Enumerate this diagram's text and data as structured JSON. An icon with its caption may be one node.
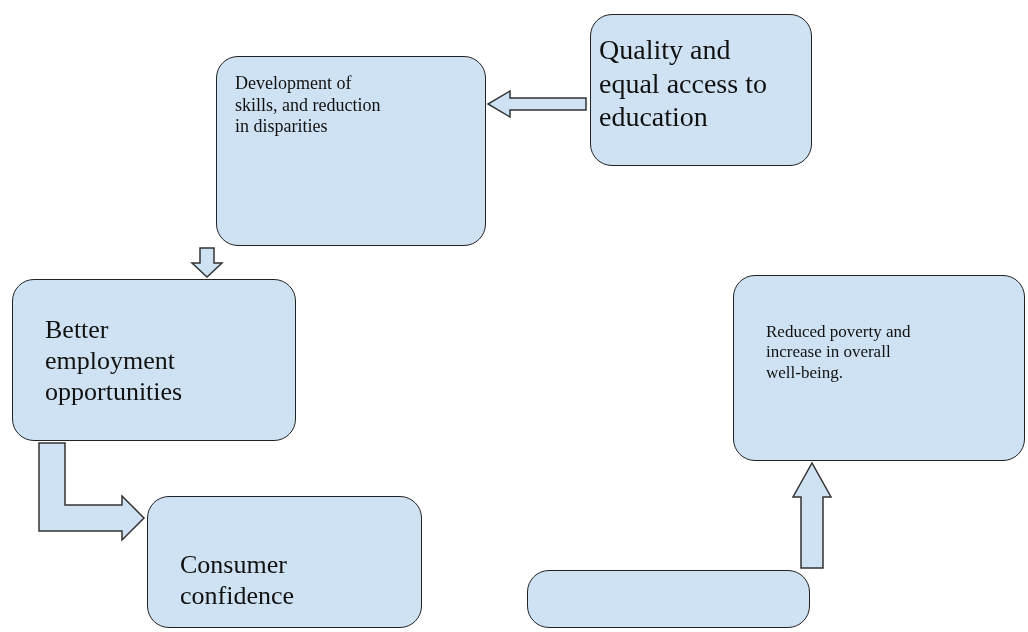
{
  "diagram": {
    "nodes": [
      {
        "text": [
          "Quality and equal access to education"
        ]
      },
      {
        "text": [
          "Development of skills, and reduction in disparities"
        ]
      },
      {
        "text": [
          "Better employment opportunities"
        ]
      },
      {
        "text": [
          "Consumer confidence"
        ]
      },
      {
        "text": [
          "Reduced poverty and increase in overall well-being."
        ]
      },
      {
        "text": [],
        "shape": "box"
      }
    ],
    "edges": [
      {
        "from": 0,
        "to": 1,
        "arrow": "to"
      },
      {
        "from": 1,
        "to": 2,
        "arrow": "to"
      },
      {
        "from": 2,
        "to": 3,
        "arrow": "to"
      },
      {
        "from": 5,
        "to": 4,
        "arrow": "to"
      }
    ]
  }
}
